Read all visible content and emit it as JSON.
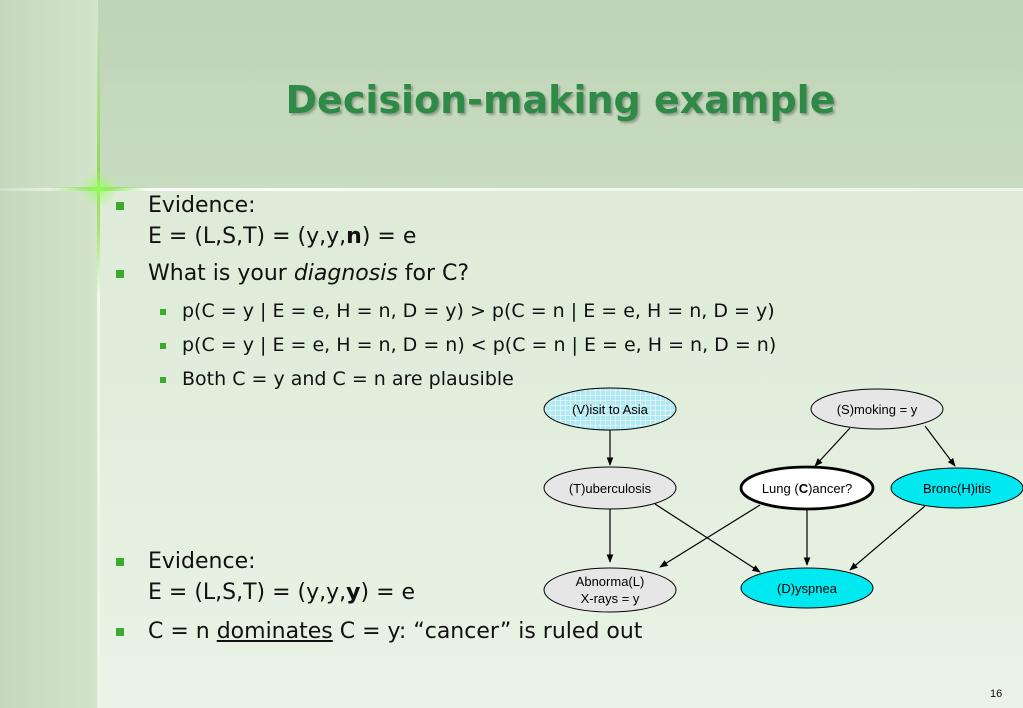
{
  "title": "Decision-making example",
  "bullets_top": [
    {
      "line1": "Evidence:",
      "line2_pre": "E = (L,S,T) = (y,y,",
      "line2_bold": "n",
      "line2_post": ") = e"
    },
    {
      "pre": "What is your ",
      "italic": "diagnosis",
      "post": " for C?"
    }
  ],
  "sub_bullets": [
    "p(C = y | E = e, H = n, D = y) > p(C = n | E = e, H = n, D = y)",
    "p(C = y | E = e, H = n, D = n) < p(C = n | E = e, H = n, D = n)",
    "Both C = y and C = n are plausible"
  ],
  "bullets_bottom": [
    {
      "line1": "Evidence:",
      "line2_pre": "E = (L,S,T) = (y,y,",
      "line2_bold": "y",
      "line2_post": ") = e"
    },
    {
      "pre": "C = n ",
      "underline": "dominates",
      "post": " C = y: “cancer” is ruled out"
    }
  ],
  "diagram": {
    "nodes": {
      "visit": {
        "label": "(V)isit to Asia",
        "fill": "#aee8f0"
      },
      "smoking": {
        "label": "(S)moking = y",
        "fill": "#e6e6e6"
      },
      "tuberculosis": {
        "label": "(T)uberculosis",
        "fill": "#e6e6e6"
      },
      "cancer": {
        "label_pre": "Lung (",
        "label_bold": "C",
        "label_post": ")ancer?",
        "fill": "#ffffff"
      },
      "bronchitis": {
        "label": "Bronc(H)itis",
        "fill": "#00e8f0"
      },
      "xray": {
        "label_line1": "Abnorma(L)",
        "label_line2": "X-rays = y",
        "fill": "#e6e6e6"
      },
      "dyspnea": {
        "label": "(D)yspnea",
        "fill": "#00e8f0"
      }
    }
  },
  "page_number": "16",
  "colors": {
    "title": "#2f8a47",
    "bullet": "#3caa2a"
  }
}
